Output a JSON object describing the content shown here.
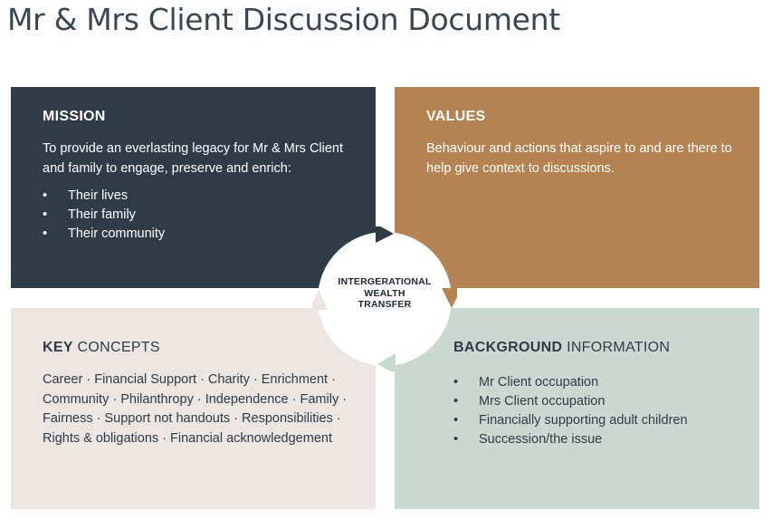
{
  "title": "Mr & Mrs Client Discussion Document",
  "mission": {
    "heading": "MISSION",
    "text": "To provide an everlasting legacy for Mr & Mrs Client and family to engage, preserve and enrich:",
    "items": [
      "Their lives",
      "Their family",
      "Their community"
    ]
  },
  "values": {
    "heading": "VALUES",
    "text": "Behaviour and actions that aspire to and are there to help give context to discussions."
  },
  "concepts": {
    "heading_bold": "KEY",
    "heading_light": " CONCEPTS",
    "text": "Career · Financial Support · Charity · Enrichment · Community ·  Philanthropy · Independence · Family · Fairness · Support not handouts · Responsibilities · Rights & obligations · Financial acknowledgement"
  },
  "background": {
    "heading_bold": "BACKGROUND",
    "heading_light": " INFORMATION",
    "items": [
      "Mr Client occupation",
      "Mrs Client occupation",
      "Financially supporting adult children",
      "Succession/the issue"
    ]
  },
  "center": {
    "line1": "INTERGERATIONAL",
    "line2": "WEALTH",
    "line3": "TRANSFER"
  },
  "colors": {
    "mission": "#2f3b47",
    "values": "#b58251",
    "concepts": "#ebe6e2",
    "background": "#c9d9d1"
  }
}
